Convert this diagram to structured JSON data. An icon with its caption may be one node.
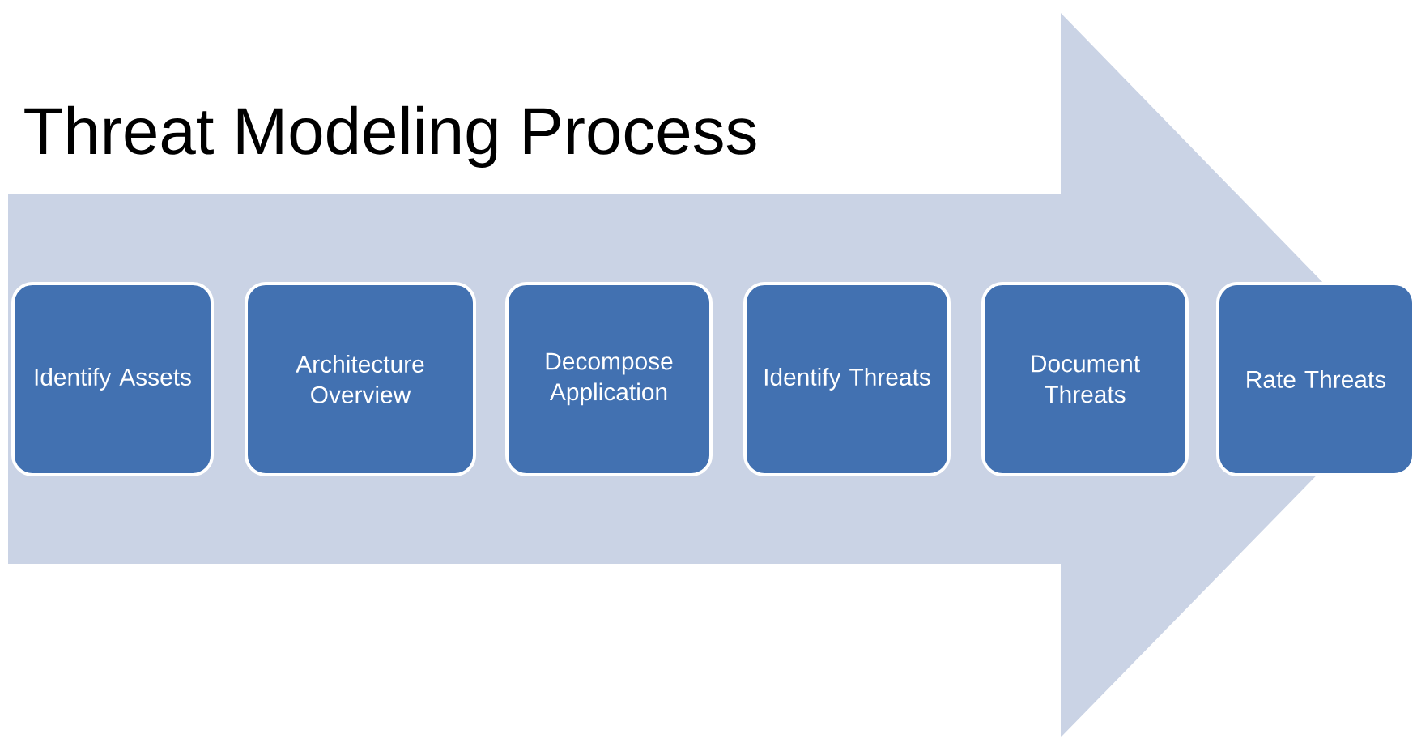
{
  "diagram": {
    "title": "Threat Modeling Process",
    "nodes": [
      {
        "text": [
          "Identify Assets"
        ]
      },
      {
        "text": [
          "Architecture Overview"
        ]
      },
      {
        "text": [
          "Decompose Application"
        ]
      },
      {
        "text": [
          "Identify Threats"
        ]
      },
      {
        "text": [
          "Document Threats"
        ]
      },
      {
        "text": [
          "Rate Threats"
        ]
      }
    ],
    "edges": [
      {
        "from": 0,
        "to": 5,
        "arrow": "to"
      }
    ]
  }
}
